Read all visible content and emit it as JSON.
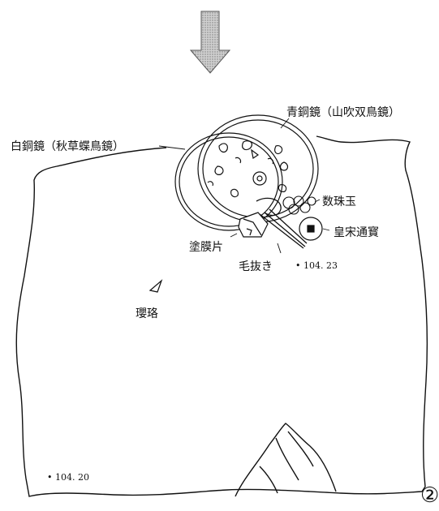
{
  "labels": {
    "white_mirror": "白銅鏡（秋草蝶鳥鏡）",
    "bronze_mirror": "青銅鏡（山吹双鳥鏡）",
    "beads": "数珠玉",
    "coin": "皇宋通寳",
    "lacquer": "塗膜片",
    "tweezers": "毛抜き",
    "ornament": "瓔珞"
  },
  "elevations": {
    "tweezers_level": "• 104. 23",
    "floor_level": "• 104. 20"
  },
  "figure_number": "②",
  "icons": {
    "direction_arrow": "down-arrow-icon"
  },
  "colors": {
    "ink": "#111111",
    "arrow_fill": "#b8b8b8"
  }
}
